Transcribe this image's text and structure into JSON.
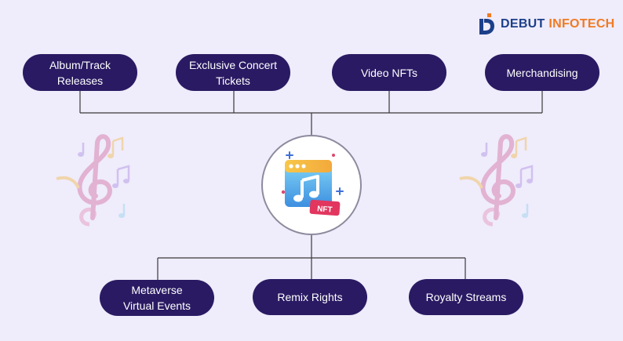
{
  "brand": {
    "name_part1": "DEBUT",
    "name_part2": " INFOTECH",
    "logo_icon": "debut-logo-mark",
    "colors": {
      "primary": "#1d3f8a",
      "accent": "#f07a23"
    }
  },
  "diagram": {
    "center": {
      "icon": "music-nft-icon",
      "badge_text": "NFT"
    },
    "top_nodes": [
      {
        "label": "Album/Track\nReleases"
      },
      {
        "label": "Exclusive Concert\nTickets"
      },
      {
        "label": "Video NFTs"
      },
      {
        "label": "Merchandising"
      }
    ],
    "bottom_nodes": [
      {
        "label": "Metaverse\nVirtual Events"
      },
      {
        "label": "Remix Rights"
      },
      {
        "label": "Royalty Streams"
      }
    ],
    "colors": {
      "node_fill": "#2a1a63",
      "node_text": "#ffffff",
      "connector": "#3a3a3a",
      "background": "#efecfb"
    }
  },
  "decorations": [
    {
      "icon": "treble-clef-music-notes-icon"
    },
    {
      "icon": "treble-clef-music-notes-icon"
    }
  ]
}
